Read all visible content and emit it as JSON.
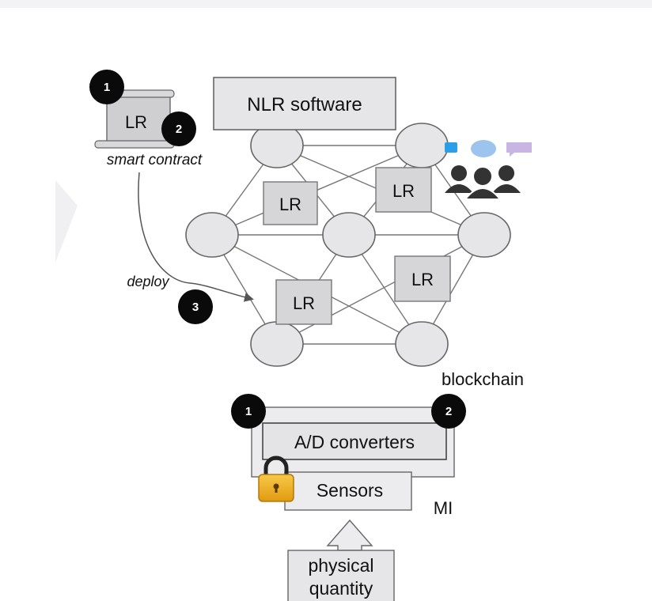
{
  "diagram": {
    "software_label": "NLR software",
    "lr_label": "LR",
    "smart_contract_caption": "smart contract",
    "deploy_label": "deploy",
    "blockchain_label": "blockchain",
    "converters_label": "A/D converters",
    "sensors_label": "Sensors",
    "mi_label": "MI",
    "physical_line1": "physical",
    "physical_line2": "quantity",
    "badges": {
      "one": "1",
      "two": "2",
      "three": "3"
    }
  }
}
